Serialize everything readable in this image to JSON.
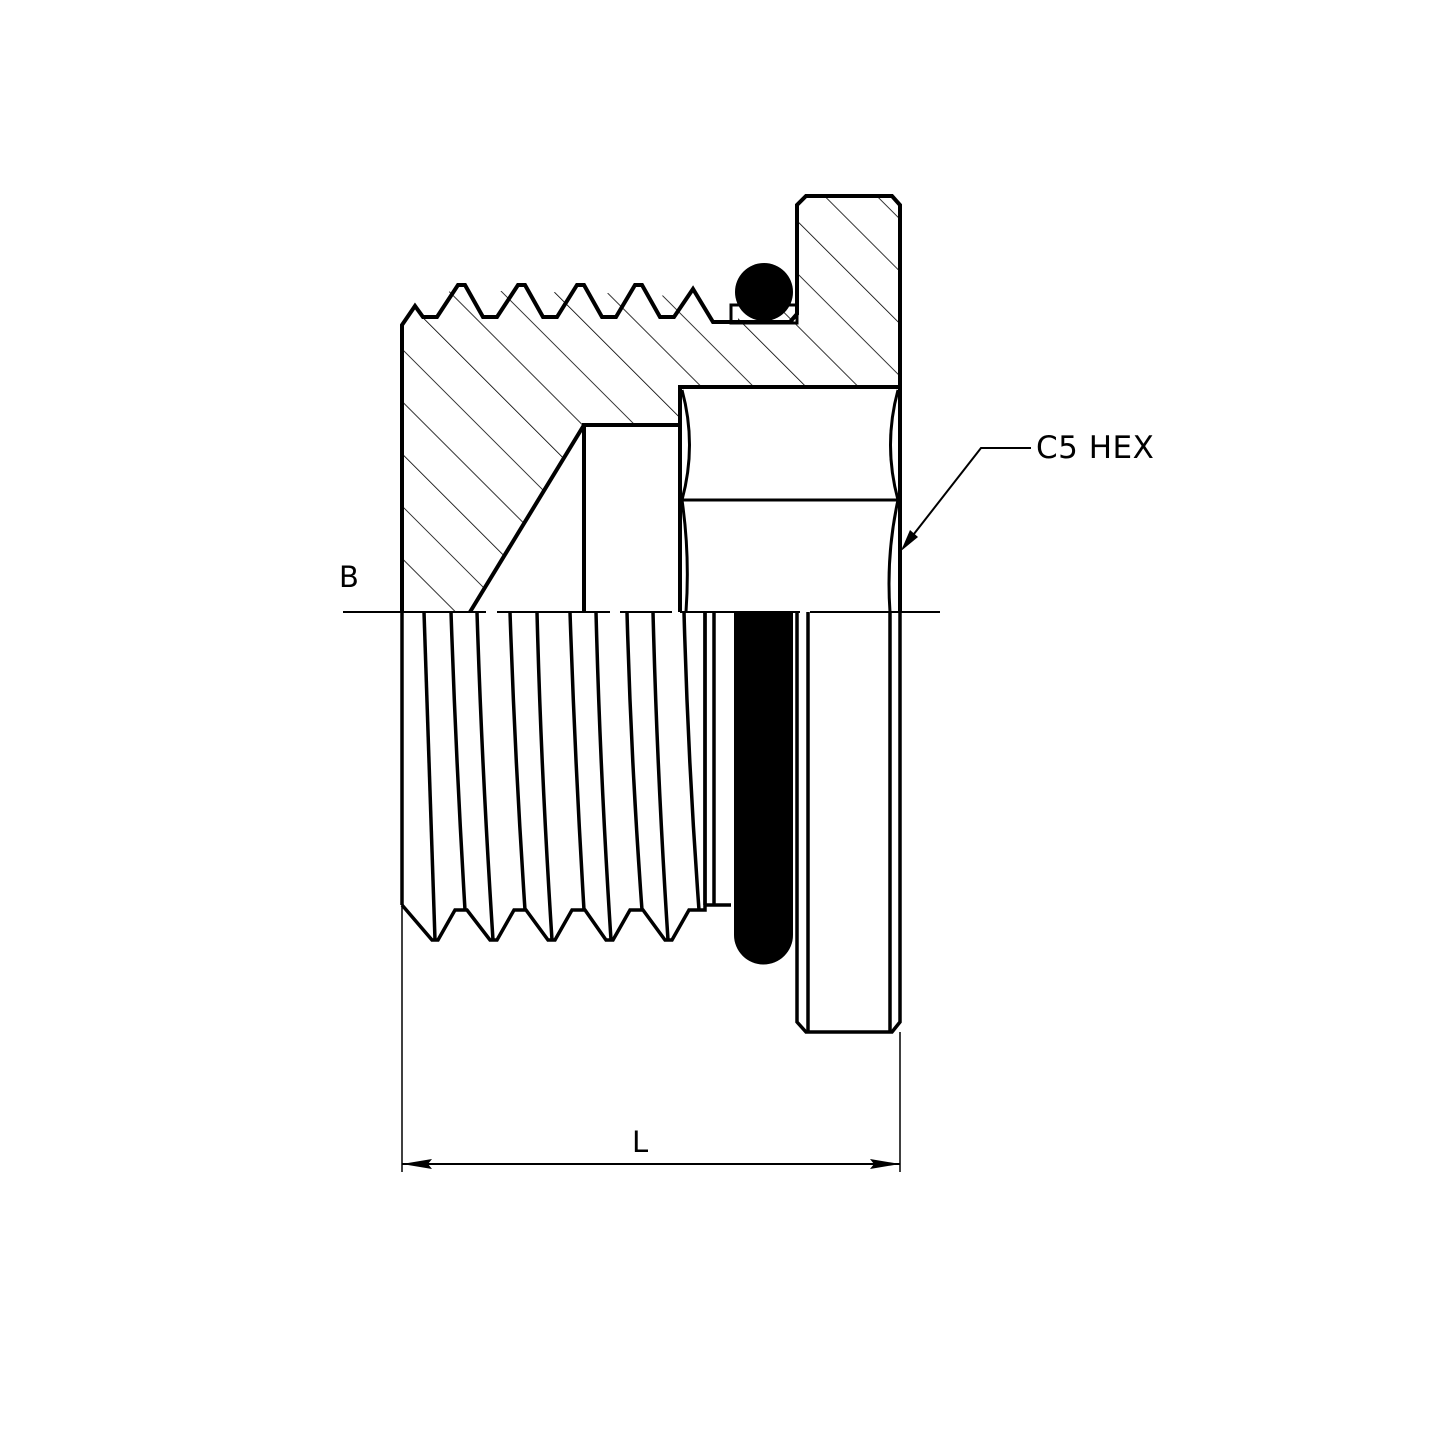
{
  "drawing": {
    "type": "cross-section technical drawing",
    "subject": "hex plug with O-ring (half section view)",
    "colors": {
      "line": "#000000",
      "background": "#ffffff",
      "o_ring_fill": "#000000"
    }
  },
  "labels": {
    "callout": "C5 HEX",
    "centerline": "B",
    "length_dimension": "L"
  },
  "annotations": [
    {
      "id": "hex-callout",
      "text": "C5 HEX",
      "type": "leader-with-arrow"
    },
    {
      "id": "centerline-label",
      "text": "B",
      "type": "axis-label"
    },
    {
      "id": "length-dimension",
      "text": "L",
      "type": "double-arrow-dimension"
    }
  ]
}
